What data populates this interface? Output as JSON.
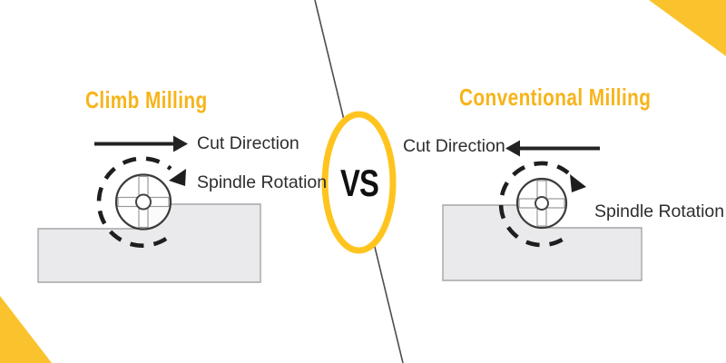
{
  "left_panel": {
    "title": "Climb Milling",
    "cut_direction_label": "Cut Direction",
    "spindle_rotation_label": "Spindle Rotation"
  },
  "right_panel": {
    "title": "Conventional Milling",
    "cut_direction_label": "Cut Direction",
    "spindle_rotation_label": "Spindle Rotation"
  },
  "vs_badge": {
    "label": "VS"
  },
  "colors": {
    "corner_triangle_yellow": "#FAC32D",
    "title_yellow": "#F7B419",
    "vs_border_yellow": "#FFC41E",
    "label_text_dark": "#2E2E2E",
    "arrow_black": "#232323",
    "workpiece_fill": "#EAEAEC",
    "workpiece_border": "#A6A6AA",
    "divider_line": "#4D4D4D"
  }
}
